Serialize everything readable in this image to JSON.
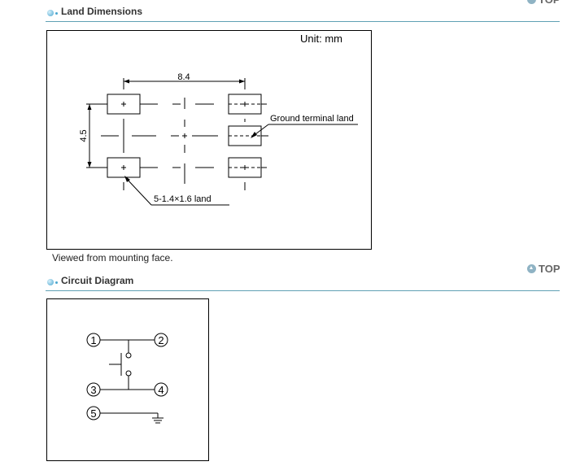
{
  "top_link_label": "TOP",
  "land": {
    "heading": "Land Dimensions",
    "unit": "Unit: mm",
    "dim_horizontal": "8.4",
    "dim_vertical": "4.5",
    "ground_label": "Ground terminal land",
    "land_label": "5-1.4×1.6 land",
    "caption": "Viewed from mounting face."
  },
  "circuit": {
    "heading": "Circuit Diagram",
    "pins": [
      "1",
      "2",
      "3",
      "4",
      "5"
    ]
  }
}
